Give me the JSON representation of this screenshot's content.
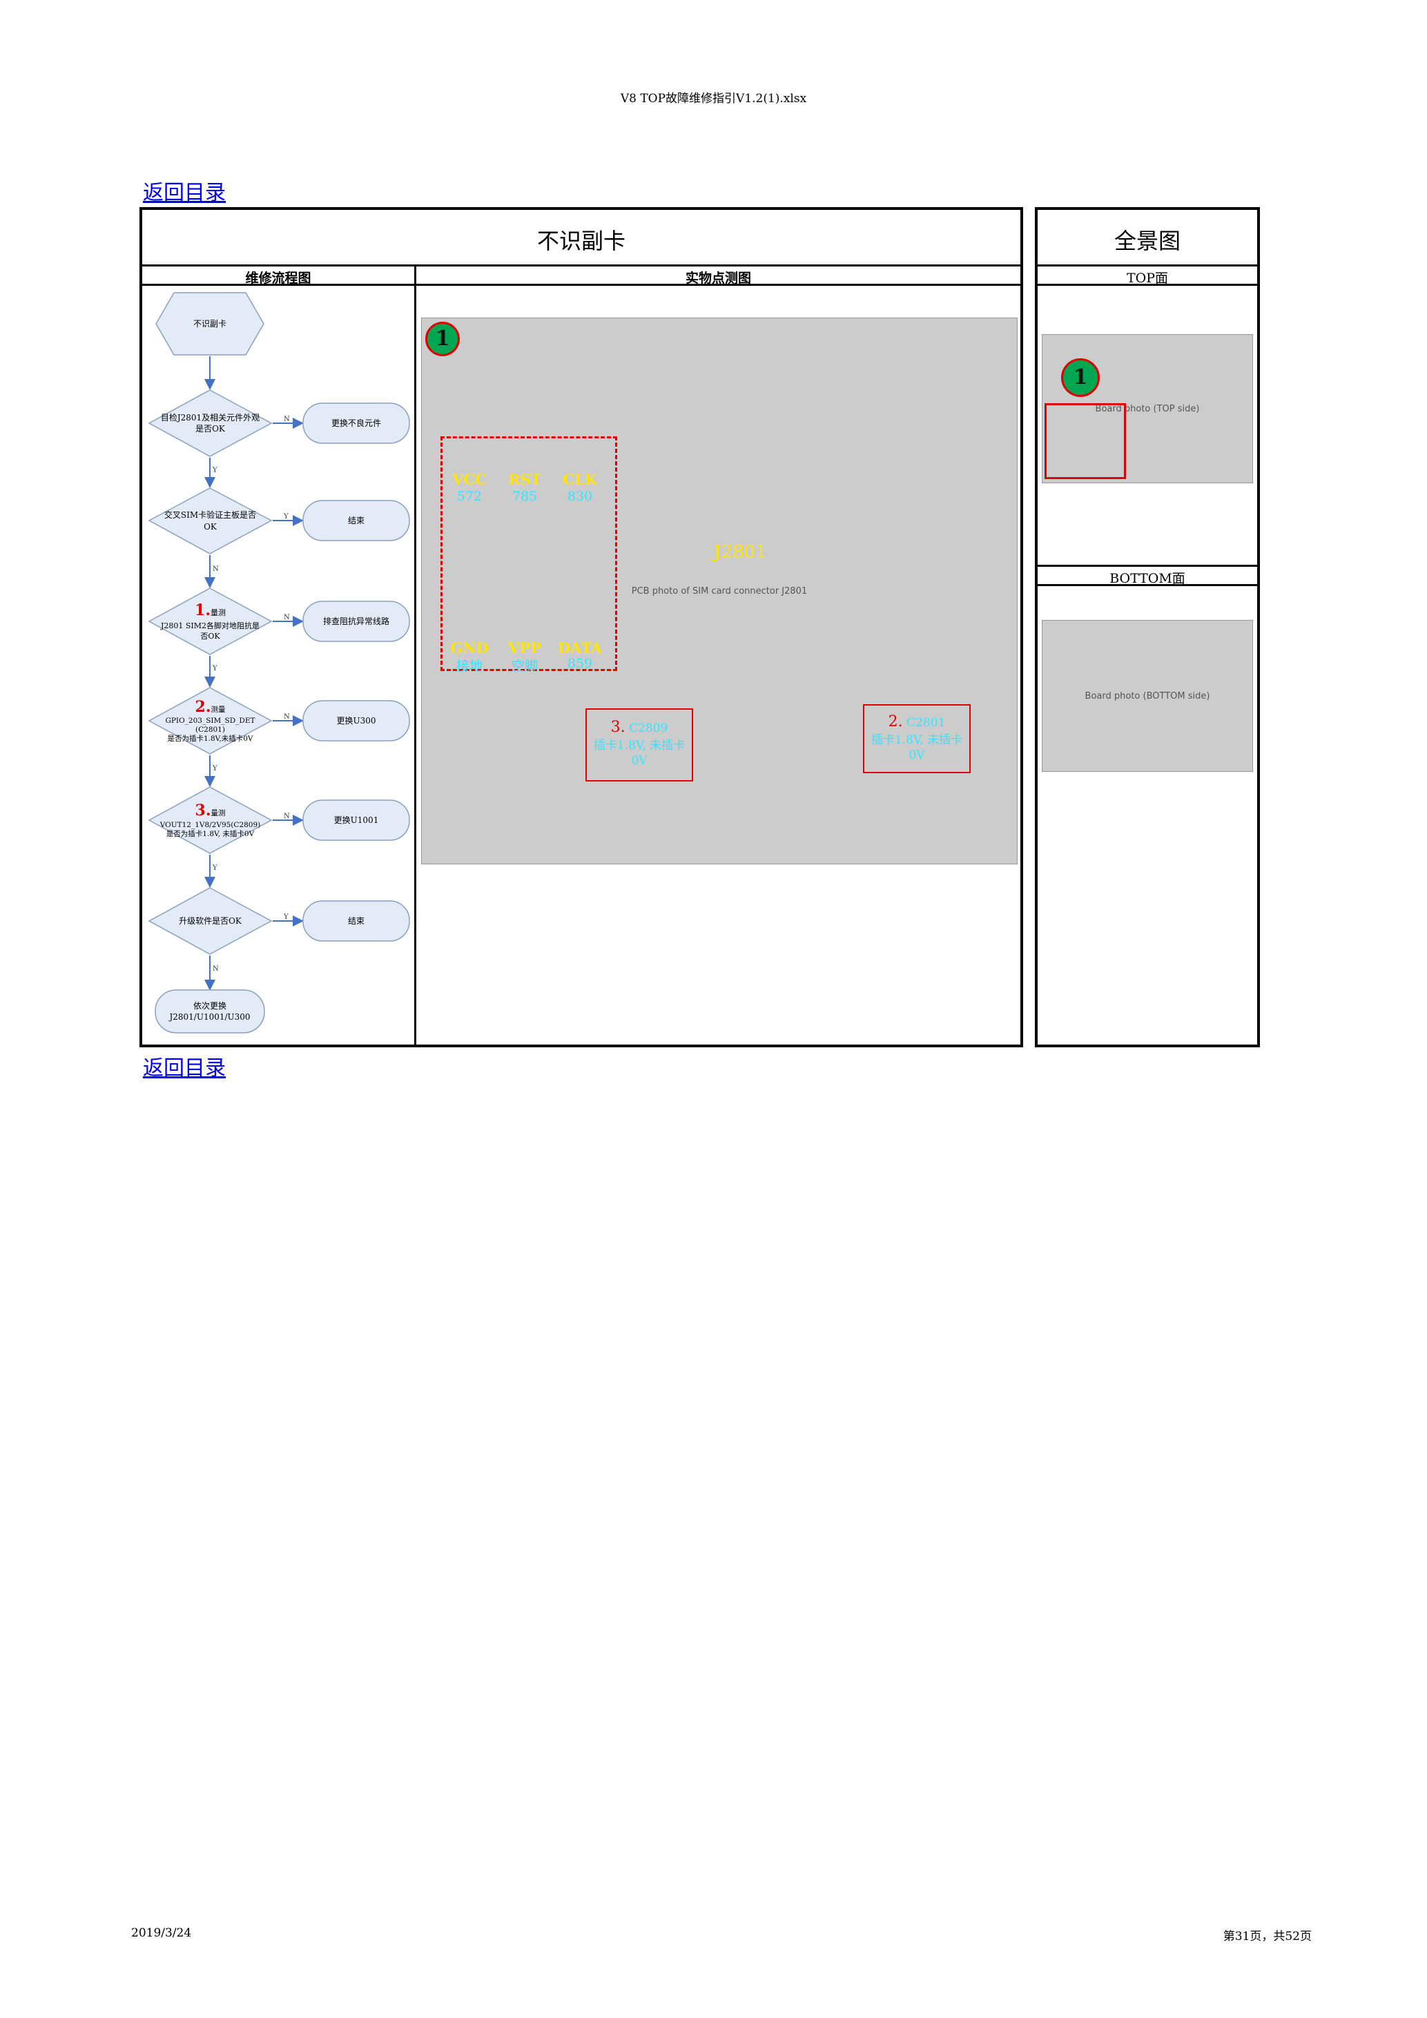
{
  "page_header": {
    "filename": "V8 TOP故障维修指引V1.2(1).xlsx"
  },
  "nav": {
    "back_link_label": "返回目录"
  },
  "main": {
    "title": "不识副卡",
    "col_flow_header": "维修流程图",
    "col_photo_header": "实物点测图"
  },
  "overview": {
    "title": "全景图",
    "top_header": "TOP面",
    "bottom_header": "BOTTOM面"
  },
  "flowchart": {
    "start": "不识副卡",
    "decisions": [
      {
        "num": "",
        "text": "目检J2801及相关元件外观是否OK",
        "right": "更换不良元件",
        "right_label": "N",
        "down_label": "Y"
      },
      {
        "num": "",
        "text": "交叉SIM卡验证主板是否OK",
        "right": "结束",
        "right_label": "Y",
        "down_label": "N"
      },
      {
        "num": "1.",
        "text": "量测\nJ2801 SIM2各脚对地阻抗是否OK",
        "right": "排查阻抗异常线路",
        "right_label": "N",
        "down_label": "Y"
      },
      {
        "num": "2.",
        "text": "测量\nGPIO_203_SIM_SD_DET\n(C2801)\n是否为插卡1.8V,未插卡0V",
        "right": "更换U300",
        "right_label": "N",
        "down_label": "Y"
      },
      {
        "num": "3.",
        "text": "量测\nVOUT12_1V8/2V95(C2809)\n是否为插卡1.8V, 未插卡0V",
        "right": "更换U1001",
        "right_label": "N",
        "down_label": "Y"
      },
      {
        "num": "",
        "text": "升级软件是否OK",
        "right": "结束",
        "right_label": "Y",
        "down_label": "N"
      }
    ],
    "end": "依次更换\nJ2801/U1001/U300"
  },
  "photo": {
    "marker": "1",
    "component_label": "J2801",
    "pins_top": [
      {
        "name": "VCC",
        "value": "572"
      },
      {
        "name": "RST",
        "value": "785"
      },
      {
        "name": "CLK",
        "value": "830"
      }
    ],
    "pins_bottom": [
      {
        "name": "GND",
        "value": "接地"
      },
      {
        "name": "VPP",
        "value": "空脚"
      },
      {
        "name": "DATA",
        "value": "859"
      }
    ],
    "measure_3": {
      "num": "3.",
      "ref": "C2809",
      "text": "插卡1.8V, 未插卡0V"
    },
    "measure_2": {
      "num": "2.",
      "ref": "C2801",
      "text": "插卡1.8V, 未插卡0V"
    }
  },
  "footer": {
    "date": "2019/3/24",
    "page": "第31页，共52页"
  },
  "colors": {
    "link": "#0000ee",
    "highlight_red": "#e00000",
    "pin_label": "#ffe600",
    "pin_value": "#34e4ff",
    "flow_fill": "#e3ebf6",
    "flow_stroke": "#8aa0c0",
    "arrow": "#4472c4"
  }
}
